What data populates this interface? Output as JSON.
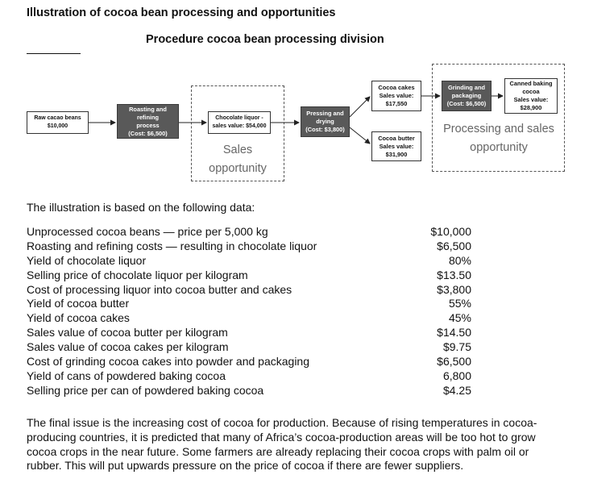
{
  "heading": "Illustration of cocoa bean processing and opportunities",
  "subheading": "Procedure cocoa bean processing division",
  "diagram": {
    "raw_beans": {
      "line1": "Raw cacao beans",
      "line2": "$10,000"
    },
    "roasting": {
      "line1": "Roasting and",
      "line2": "refining",
      "line3": "process",
      "line4": "(Cost: $6,500)"
    },
    "liquor": {
      "line1": "Chocolate liquor -",
      "line2": "sales value: $54,000"
    },
    "sales_opportunity": {
      "line1": "Sales",
      "line2": "opportunity"
    },
    "pressing": {
      "line1": "Pressing and",
      "line2": "drying",
      "line3": "(Cost: $3,800)"
    },
    "cakes": {
      "line1": "Cocoa cakes",
      "line2": "Sales value:",
      "line3": "$17,550"
    },
    "butter": {
      "line1": "Cocoa butter",
      "line2": "Sales value:",
      "line3": "$31,900"
    },
    "grinding": {
      "line1": "Grinding and",
      "line2": "packaging",
      "line3": "(Cost: $6,500)"
    },
    "canned": {
      "line1": "Canned baking",
      "line2": "cocoa",
      "line3": "Sales value:",
      "line4": "$28,900"
    },
    "processing_opportunity": {
      "line1": "Processing and sales",
      "line2": "opportunity"
    }
  },
  "intro": "The illustration is based on the following data:",
  "data_rows": [
    {
      "label": "Unprocessed cocoa beans — price per 5,000 kg",
      "value": "$10,000"
    },
    {
      "label": "Roasting and refining costs — resulting in chocolate liquor",
      "value": "$6,500"
    },
    {
      "label": "Yield of chocolate liquor",
      "value": "80%"
    },
    {
      "label": "Selling price of chocolate liquor per kilogram",
      "value": "$13.50"
    },
    {
      "label": "Cost of processing liquor into cocoa butter and cakes",
      "value": "$3,800"
    },
    {
      "label": "Yield of cocoa butter",
      "value": "55%"
    },
    {
      "label": "Yield of cocoa cakes",
      "value": "45%"
    },
    {
      "label": "Sales value of cocoa butter per kilogram",
      "value": "$14.50"
    },
    {
      "label": "Sales value of cocoa cakes per kilogram",
      "value": "$9.75"
    },
    {
      "label": "Cost of grinding cocoa cakes into powder and packaging",
      "value": "$6,500"
    },
    {
      "label": "Yield of cans of powdered baking cocoa",
      "value": "6,800"
    },
    {
      "label": "Selling price per can of powdered baking cocoa",
      "value": "$4.25"
    }
  ],
  "closing_paragraph": "The final issue is the increasing cost of cocoa for production. Because of rising temperatures in cocoa-producing countries, it is predicted that many of Africa’s cocoa-production areas will be too hot to grow cocoa crops in the near future. Some farmers are already replacing their cocoa crops with palm oil or rubber. This will put upwards pressure on the price of cocoa if there are fewer suppliers."
}
